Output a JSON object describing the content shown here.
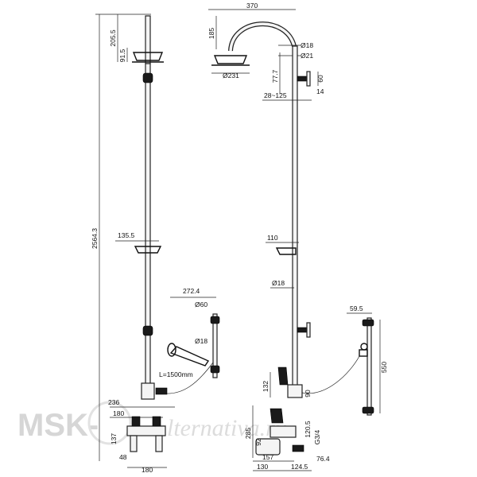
{
  "left_view": {
    "dims": {
      "total_height": "2564.3",
      "head_height": "205.5",
      "head_depth": "91.5",
      "shelf_width": "135.5",
      "hose_length": "L=1500mm",
      "mixer_width": "236",
      "mixer_inner": "180",
      "mixer_height": "137",
      "mixer_offset": "48",
      "mixer_base": "180"
    }
  },
  "right_view": {
    "dims": {
      "arm_reach": "370",
      "arm_height": "185",
      "pipe_dia_top": "Ø18",
      "pipe_dia_outer": "Ø21",
      "head_dia": "Ø231",
      "arm_drop": "77.7",
      "bracket_height": "60",
      "bracket_depth": "14",
      "wall_range": "28~125",
      "shelf_width": "110",
      "pipe_dia_mid": "Ø18",
      "valve_height": "132",
      "valve_offset": "90",
      "outlet_height": "120.5",
      "base_height": "285",
      "spout_height": "92",
      "thread": "G3/4",
      "base_depth": "157",
      "spout_a": "130",
      "spout_b": "124.5",
      "spout_c": "76.4"
    }
  },
  "handshower": {
    "dims": {
      "reach": "272.4",
      "head_dia": "Ø60",
      "rail_dia": "Ø18"
    }
  },
  "slide_rail": {
    "dims": {
      "offset": "59.5",
      "length": "550"
    }
  },
  "watermark": {
    "brand": "MSK-",
    "script": "alternativa.ru"
  }
}
